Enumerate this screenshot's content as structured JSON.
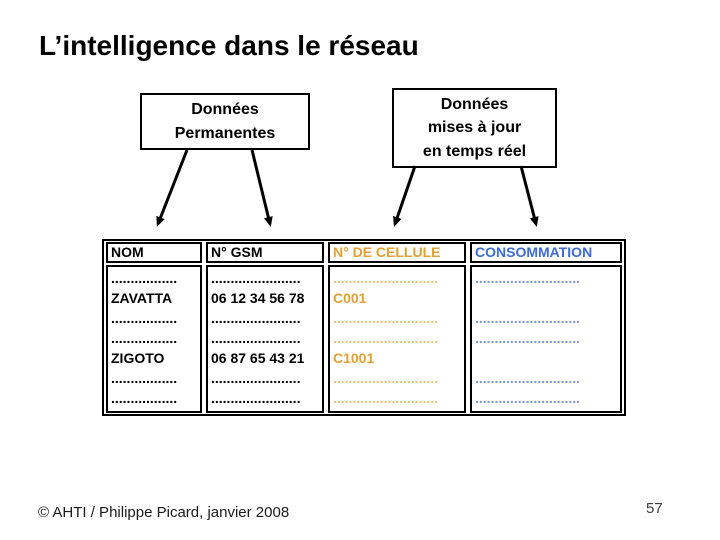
{
  "slide": {
    "title": "L’intelligence dans le réseau",
    "footer": "© AHTI / Philippe Picard, janvier 2008",
    "page_number": "57",
    "background": "#FFFFFF"
  },
  "callouts": {
    "permanent": {
      "lines": [
        "Données",
        "Permanentes"
      ]
    },
    "realtime": {
      "lines": [
        "Données",
        "mises à jour",
        "en temps réel"
      ]
    }
  },
  "arrows": [
    {
      "from": "permanent-box",
      "to": "column-nom"
    },
    {
      "from": "permanent-box",
      "to": "column-gsm"
    },
    {
      "from": "realtime-box",
      "to": "column-cellule"
    },
    {
      "from": "realtime-box",
      "to": "column-consommation"
    }
  ],
  "table": {
    "columns": [
      {
        "header": "NOM",
        "color": "#000000",
        "dot_color": "#000000",
        "cells": [
          ".................",
          "ZAVATTA",
          ".................",
          ".................",
          "ZIGOTO",
          ".................",
          "................."
        ]
      },
      {
        "header": "N° GSM",
        "color": "#000000",
        "dot_color": "#000000",
        "cells": [
          ".......................",
          "06 12 34 56 78",
          ".......................",
          ".......................",
          "06 87 65 43 21",
          ".......................",
          "......................."
        ]
      },
      {
        "header": "N° DE CELLULE",
        "color": "#E2A132",
        "dot_color": "#E6C47E",
        "cells": [
          "...........................",
          "C001",
          "...........................",
          "...........................",
          "C1001",
          "...........................",
          "..........................."
        ]
      },
      {
        "header": "CONSOMMATION",
        "color": "#3E6BD7",
        "dot_color": "#7F97D9",
        "cells": [
          "...........................",
          "",
          "...........................",
          "...........................",
          "",
          "...........................",
          "..........................."
        ]
      }
    ]
  }
}
